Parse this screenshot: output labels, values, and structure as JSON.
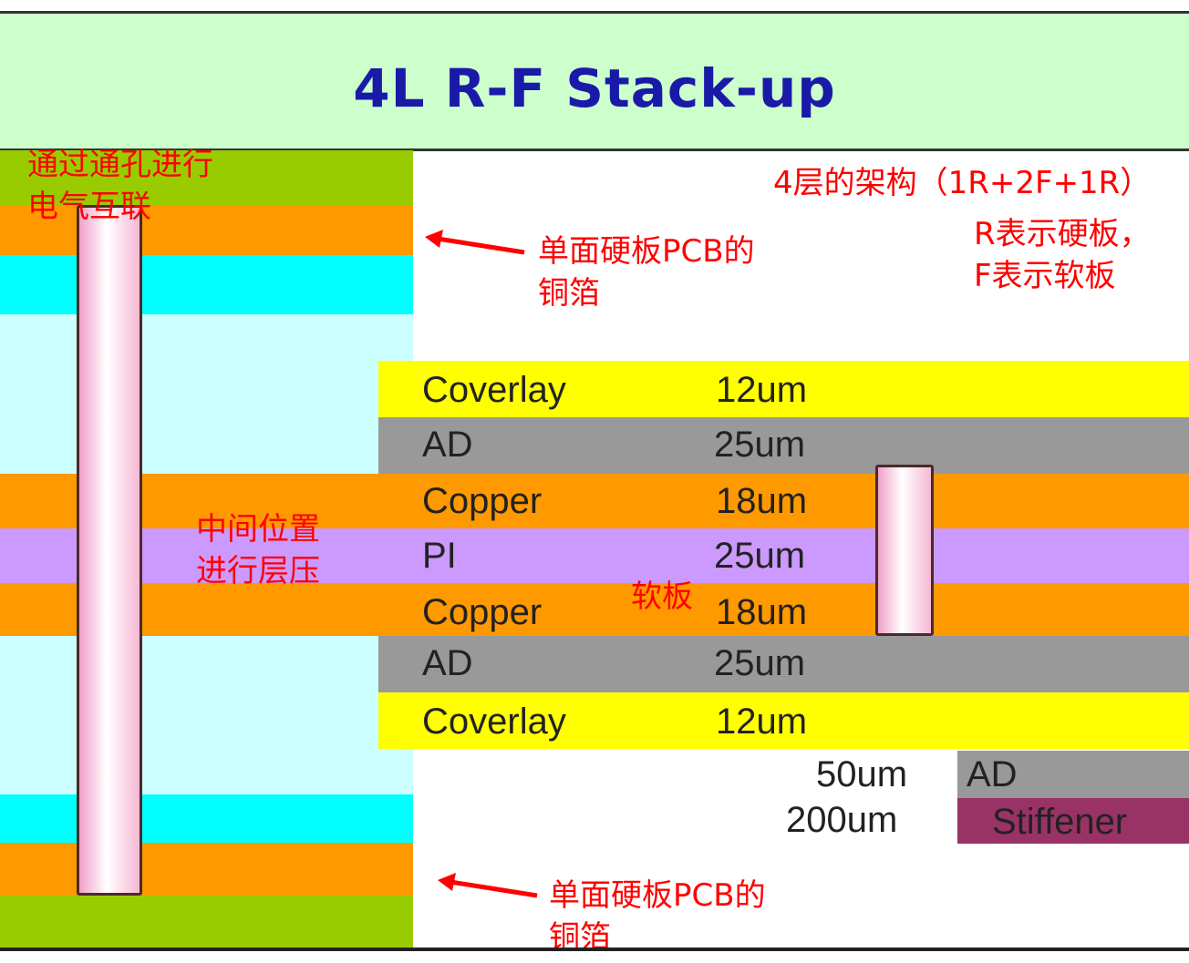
{
  "title": "4L R-F Stack-up",
  "colors": {
    "rigid_green": "#99cc00",
    "copper": "#ff9900",
    "cyan": "#00ffff",
    "light_cyan": "#ccffff",
    "coverlay": "#ffff00",
    "ad": "#999999",
    "pi": "#cc99ff",
    "stiffener": "#993366"
  },
  "flex_layers": [
    {
      "name": "Coverlay",
      "thickness": "12um"
    },
    {
      "name": "AD",
      "thickness": "25um"
    },
    {
      "name": "Copper",
      "thickness": "18um"
    },
    {
      "name": "PI",
      "thickness": "25um"
    },
    {
      "name": "Copper",
      "thickness": "18um"
    },
    {
      "name": "AD",
      "thickness": "25um"
    },
    {
      "name": "Coverlay",
      "thickness": "12um"
    }
  ],
  "stiffener_layers": [
    {
      "name": "AD",
      "thickness": "50um"
    },
    {
      "name": "Stiffener",
      "thickness": "200um"
    }
  ],
  "annotations": {
    "via_note_1": "通过通孔进行",
    "via_note_2": "电气互联",
    "copper_top_1": "单面硬板PCB的",
    "copper_top_2": "铜箔",
    "copper_bottom_1": "单面硬板PCB的",
    "copper_bottom_2": "铜箔",
    "structure": "4层的架构（1R+2F+1R）",
    "legend_r": "R表示硬板，",
    "legend_f": "F表示软板",
    "lamination_1": "中间位置",
    "lamination_2": "进行层压",
    "flex_board": "软板"
  }
}
